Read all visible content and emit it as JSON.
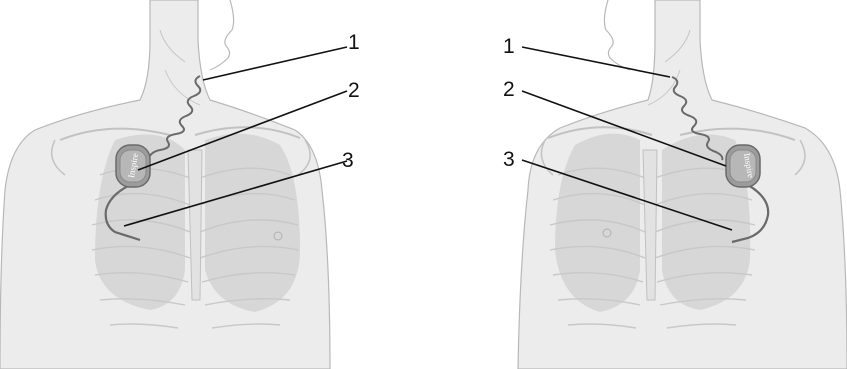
{
  "figures": [
    {
      "side": "left",
      "device_label": "Inspire",
      "callouts": [
        {
          "number": "1"
        },
        {
          "number": "2"
        },
        {
          "number": "3"
        }
      ]
    },
    {
      "side": "right",
      "device_label": "Inspire",
      "callouts": [
        {
          "number": "1"
        },
        {
          "number": "2"
        },
        {
          "number": "3"
        }
      ]
    }
  ],
  "colors": {
    "body_fill": "#e9e9e9",
    "outline": "#b5b5b5",
    "lung_fill": "#d3d3d3",
    "device_fill": "#9a9a9a",
    "lead_wire": "#6a6a6a",
    "leader_line": "#111111"
  },
  "icons": [
    "torso-illustration",
    "implant-device",
    "stimulation-lead",
    "sensing-lead"
  ]
}
